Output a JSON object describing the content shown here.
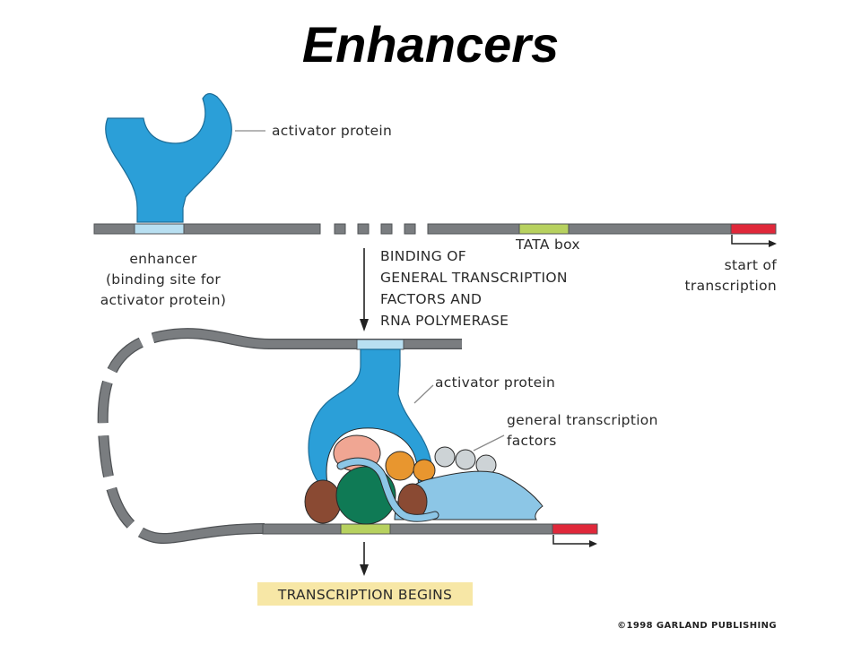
{
  "title": "Enhancers",
  "labels": {
    "activator_top": "activator protein",
    "tata_box": "TATA box",
    "enhancer_line1": "enhancer",
    "enhancer_line2": "(binding site for",
    "enhancer_line3": "activator protein)",
    "start_line1": "start of",
    "start_line2": "transcription",
    "binding_line1": "BINDING OF",
    "binding_line2": "GENERAL TRANSCRIPTION",
    "binding_line3": "FACTORS AND",
    "binding_line4": "RNA POLYMERASE",
    "activator_bottom": "activator protein",
    "gtf_line1": "general transcription",
    "gtf_line2": "factors",
    "transcription_begins": "TRANSCRIPTION BEGINS",
    "copyright": "©1998 GARLAND PUBLISHING"
  },
  "colors": {
    "dna": "#7a7d80",
    "dna_stroke": "#4f5255",
    "enhancer": "#b8dff1",
    "tata": "#b7d15f",
    "start": "#e0283a",
    "activator": "#2b9fd8",
    "polymerase": "#8cc6e6",
    "salmon": "#f0a693",
    "orange": "#e8962f",
    "gray_ball": "#cdd3d6",
    "dark_green": "#0f7a55",
    "brown": "#8a4a33",
    "banner": "#f7e7a6"
  }
}
